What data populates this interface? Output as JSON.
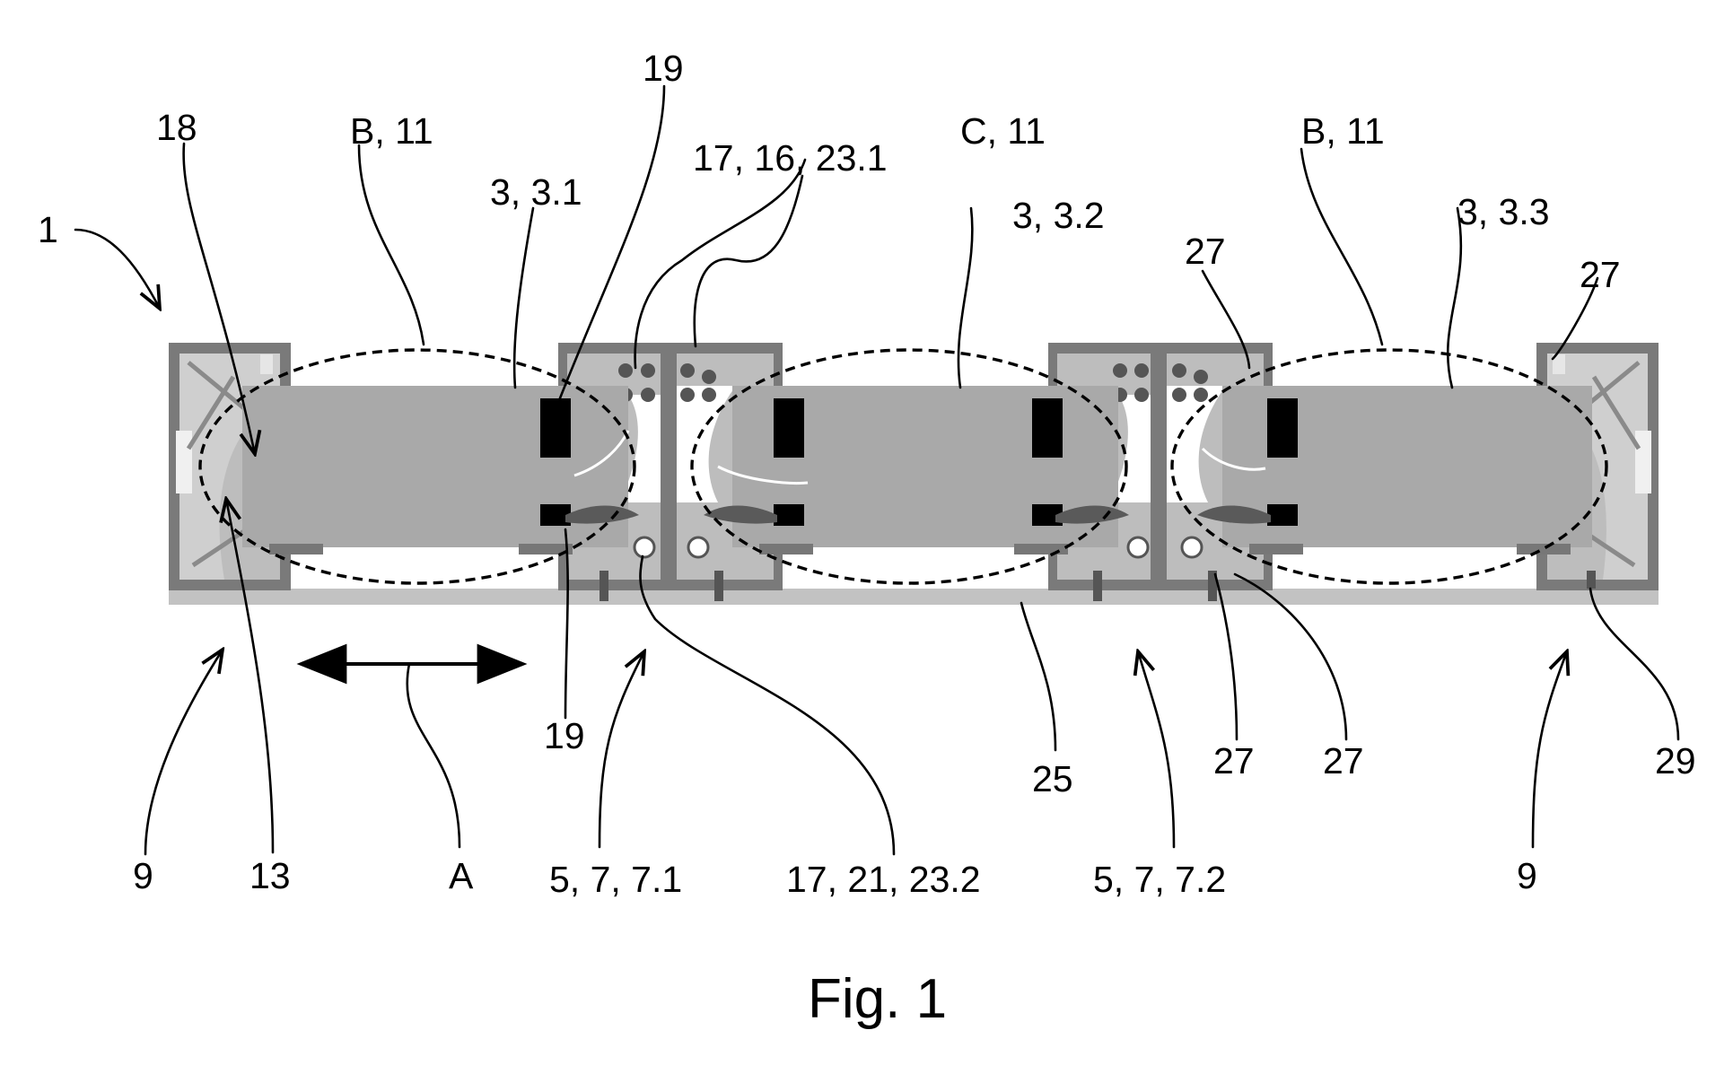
{
  "figure": {
    "caption": "Fig. 1"
  },
  "labels": {
    "l_1": "1",
    "l_18": "18",
    "l_b11_left": "B, 11",
    "l_19_top": "19",
    "l_3_31": "3, 3.1",
    "l_17_16_231": "17, 16, 23.1",
    "l_c11": "C, 11",
    "l_3_32": "3, 3.2",
    "l_b11_right": "B, 11",
    "l_27_a": "27",
    "l_3_33": "3, 3.3",
    "l_27_b": "27",
    "l_9_left": "9",
    "l_13": "13",
    "l_a": "A",
    "l_19_bottom": "19",
    "l_5_7_71": "5, 7, 7.1",
    "l_17_21_232": "17, 21, 23.2",
    "l_25": "25",
    "l_5_7_72": "5, 7, 7.2",
    "l_27_c": "27",
    "l_27_d": "27",
    "l_9_right": "9",
    "l_29": "29"
  }
}
